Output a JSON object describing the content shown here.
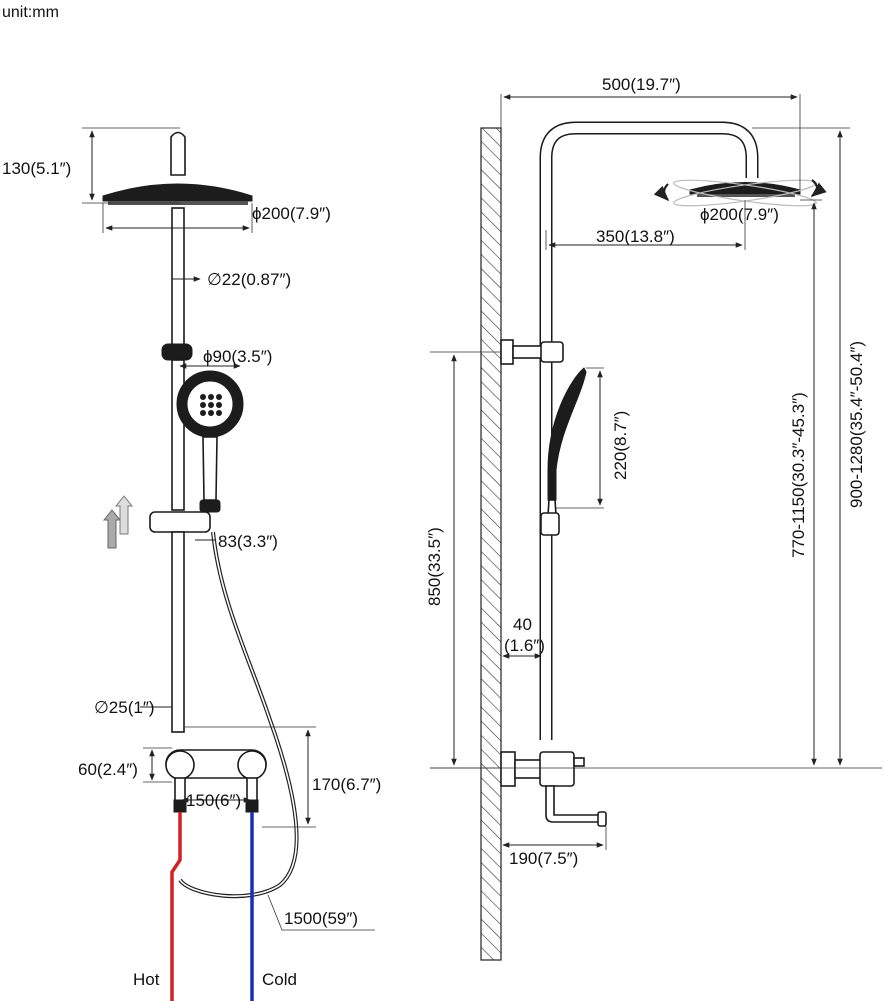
{
  "unit_label": "unit:mm",
  "front_view": {
    "head_height": "130(5.1″)",
    "head_diameter": "ϕ200(7.9″)",
    "upper_pipe_diameter": "∅22(0.87″)",
    "handshower_diameter": "ϕ90(3.5″)",
    "slider_offset": "83(3.3″)",
    "lower_pipe_diameter": "∅25(1″)",
    "valve_height": "60(2.4″)",
    "valve_spacing": "150(6″)",
    "valve_to_riser": "170(6.7″)",
    "hose_length": "1500(59″)",
    "hot_label": "Hot",
    "cold_label": "Cold",
    "hot_color": "#d42020",
    "cold_color": "#1a2fb8"
  },
  "side_view": {
    "arm_reach": "500(19.7″)",
    "head_diameter": "ϕ200(7.9″)",
    "head_offset": "350(13.8″)",
    "handshower_length": "220(8.7″)",
    "bracket_height": "850(33.5″)",
    "adjustable_height": "770-1150(30.3″-45.3″)",
    "total_height": "900-1280(35.4″-50.4″)",
    "wall_gap_value": "40",
    "wall_gap_inch": "(1.6″)",
    "spout_reach": "190(7.5″)"
  }
}
